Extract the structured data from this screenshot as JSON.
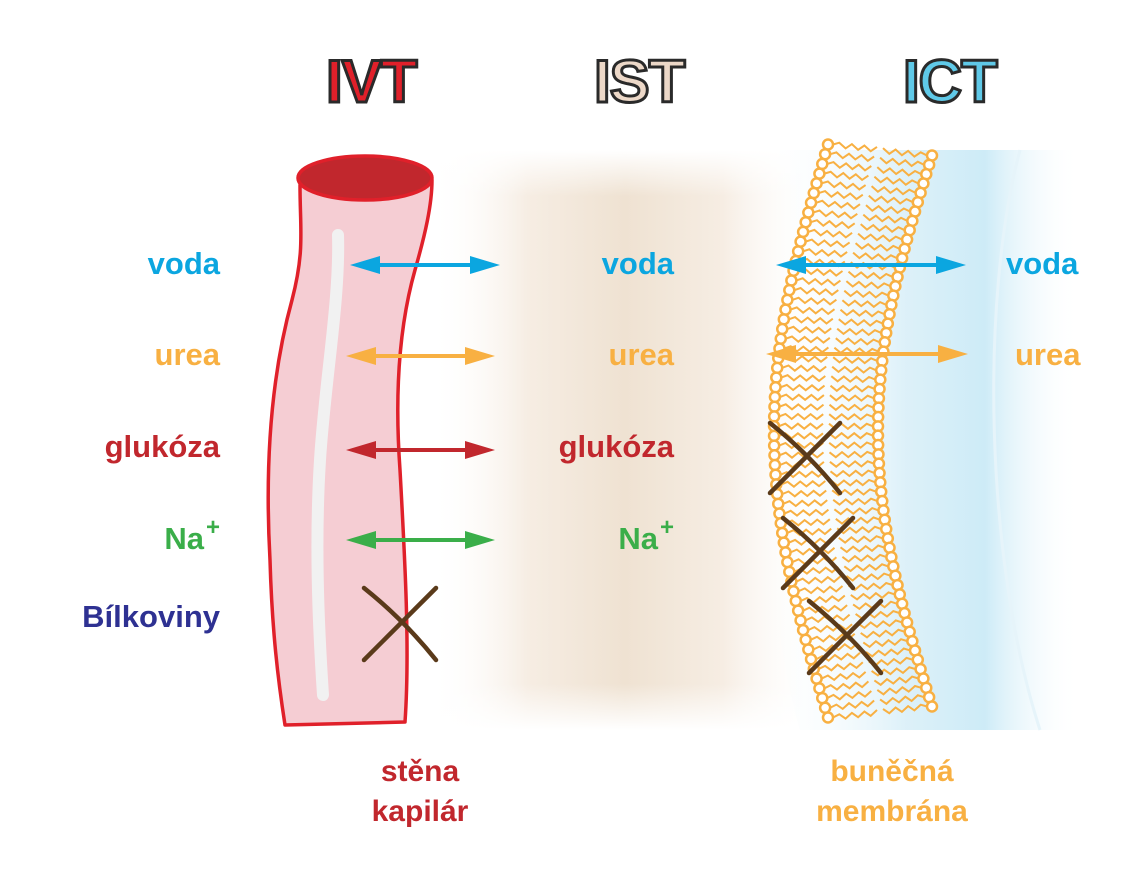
{
  "compartments": {
    "ivt": "IVT",
    "ist": "IST",
    "ict": "ICT"
  },
  "left_labels": {
    "voda": "voda",
    "urea": "urea",
    "glukoza": "glukóza",
    "na": "Na",
    "na_sup": "+",
    "bilkoviny": "Bílkoviny"
  },
  "middle_labels": {
    "voda": "voda",
    "urea": "urea",
    "glukoza": "glukóza",
    "na": "Na",
    "na_sup": "+"
  },
  "right_labels": {
    "voda": "voda",
    "urea": "urea"
  },
  "captions": {
    "capillary_line1": "stěna",
    "capillary_line2": "kapilár",
    "membrane_line1": "buněčná",
    "membrane_line2": "membrána"
  },
  "colors": {
    "voda": "#0ba6e0",
    "urea": "#f8b042",
    "glukoza": "#c1272d",
    "na": "#3aae49",
    "bilkoviny": "#2e3192",
    "ivt": "#e0202a",
    "ist": "#ecd8c8",
    "ict": "#5fc9e8",
    "cross": "#5a3a1a",
    "capillary_fill": "#f5cdd3",
    "capillary_outline": "#e0202a",
    "membrane": "#f8b042"
  }
}
